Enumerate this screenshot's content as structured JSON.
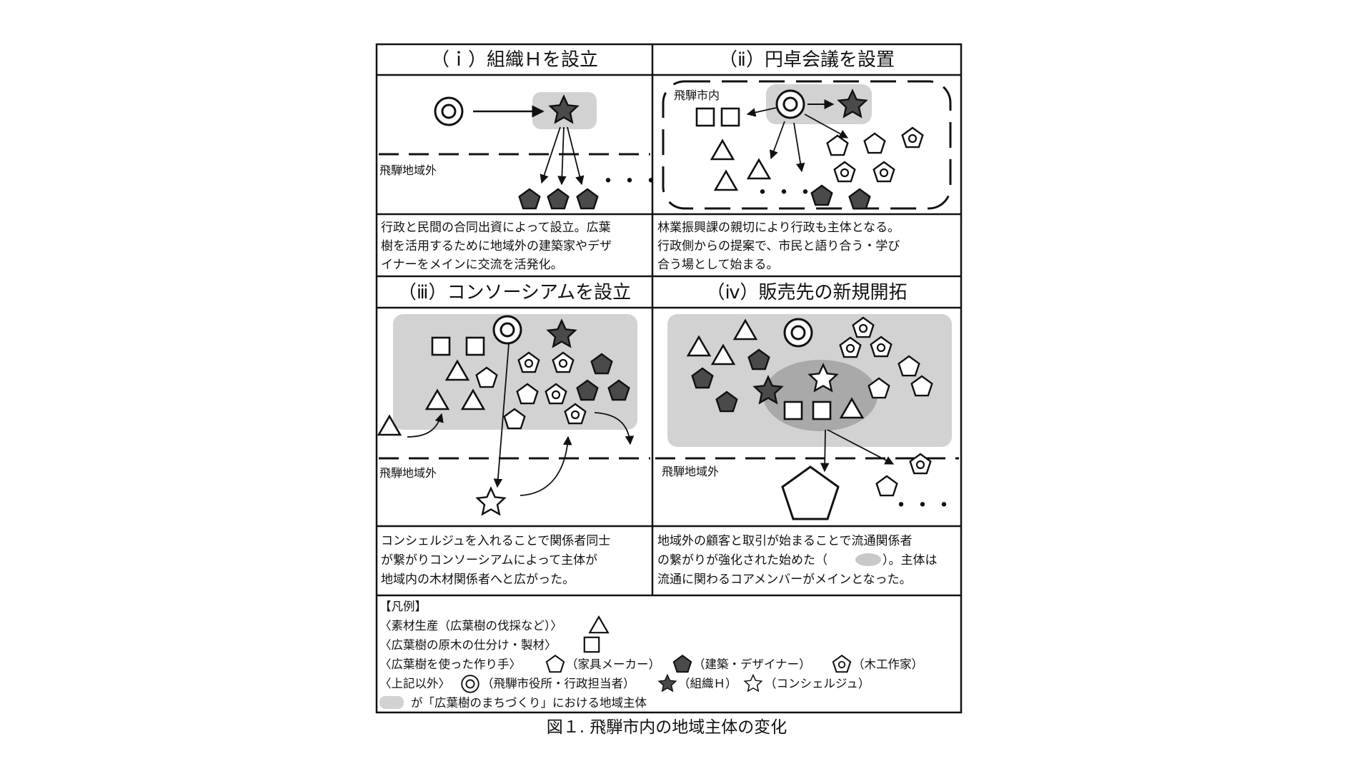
{
  "panels": {
    "p1": {
      "title": "（ｉ）組織Ｈを設立",
      "region_label": "飛騨地域外",
      "desc": [
        "行政と民間の合同出資によって設立。広葉",
        "樹を活用するために地域外の建築家やデザ",
        "イナーをメインに交流を活発化。"
      ]
    },
    "p2": {
      "title": "（ⅱ）円卓会議を設置",
      "region_label": "飛騨市内",
      "desc": [
        "林業振興課の親切により行政も主体となる。",
        "行政側からの提案で、市民と語り合う・学び",
        "合う場として始まる。"
      ]
    },
    "p3": {
      "title": "（ⅲ）コンソーシアムを設立",
      "region_label": "飛騨地域外",
      "desc": [
        "コンシェルジュを入れることで関係者同士",
        "が繋がりコンソーシアムによって主体が",
        "地域内の木材関係者へと広がった。"
      ]
    },
    "p4": {
      "title": "（ⅳ）販売先の新規開拓",
      "region_label": "飛騨地域外",
      "desc1": "地域外の顧客と取引が始まることで流通関係者",
      "desc2a": "の繋がりが強化された始めた（",
      "desc2b": "）。主体は",
      "desc3": "流通に関わるコアメンバーがメインとなった。"
    }
  },
  "ellipsis": "・・・",
  "legend": {
    "heading": "【凡例】",
    "row1": "〈素材生産（広葉樹の伐採など）〉",
    "row2": "〈広葉樹の原木の仕分け・製材〉",
    "row3a": "〈広葉樹を使った作り手〉",
    "row3b": "（家具メーカー）",
    "row3c": "（建築・デザイナー）",
    "row3d": "（木工作家）",
    "row4a": "〈上記以外〉",
    "row4b": "（飛騨市役所・行政担当者）",
    "row4c": "（組織Ｈ）",
    "row4d": "（コンシェルジュ）",
    "row5": "が「広葉樹のまちづくり」における地域主体"
  },
  "caption": "図１. 飛騨市内の地域主体の変化",
  "colors": {
    "region_gray": "#d2d2d2",
    "core_gray": "#a9a9a9",
    "dark_fill": "#4a4a4a",
    "line": "#111111"
  }
}
